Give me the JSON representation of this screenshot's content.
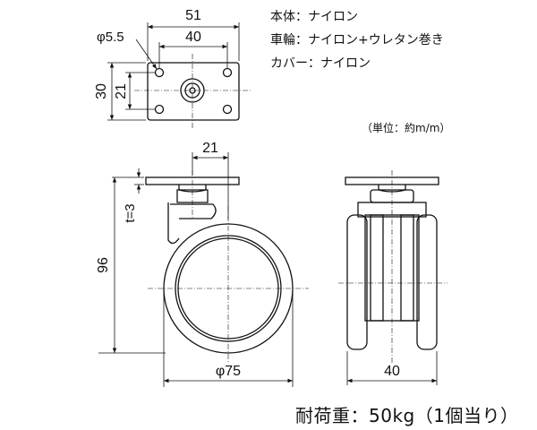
{
  "specs": {
    "body": "本体：ナイロン",
    "wheel": "車輪：ナイロン+ウレタン巻き",
    "cover": "カバー：ナイロン"
  },
  "unit_note": "（単位：約m/m）",
  "load_capacity": "耐荷重：50kg（1個当り）",
  "plate_view": {
    "width_label": "51",
    "hole_pitch_w_label": "40",
    "hole_dia_label": "φ5.5",
    "height_label": "30",
    "hole_pitch_h_label": "21"
  },
  "side_view": {
    "offset_label": "21",
    "plate_thickness_label": "t=3",
    "total_height_label": "96",
    "wheel_dia_label": "φ75"
  },
  "front_view": {
    "wheel_width_label": "40"
  }
}
